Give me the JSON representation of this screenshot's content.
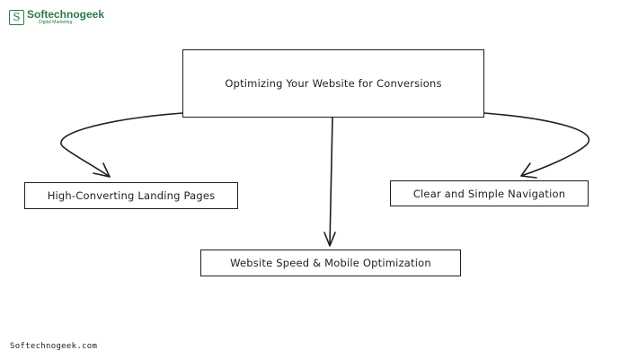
{
  "brand": {
    "logo_letter": "S",
    "name": "Softechnogeek",
    "tagline": "Digital Marketing",
    "accent_color": "#2c7a4b"
  },
  "diagram": {
    "root": "Optimizing Your Website for Conversions",
    "children": [
      "High-Converting Landing Pages",
      "Website Speed & Mobile Optimization",
      "Clear and Simple Navigation"
    ]
  },
  "footer": {
    "website": "Softechnogeek.com"
  }
}
